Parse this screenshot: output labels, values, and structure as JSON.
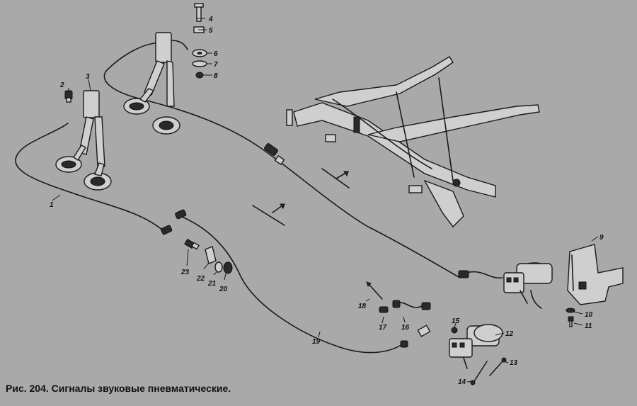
{
  "caption": "Рис. 204. Сигналы звуковые пневматические.",
  "part_labels": [
    "1",
    "2",
    "3",
    "4",
    "5",
    "6",
    "7",
    "8",
    "9",
    "10",
    "11",
    "12",
    "13",
    "14",
    "15",
    "16",
    "17",
    "18",
    "19",
    "20",
    "21",
    "22",
    "23"
  ]
}
